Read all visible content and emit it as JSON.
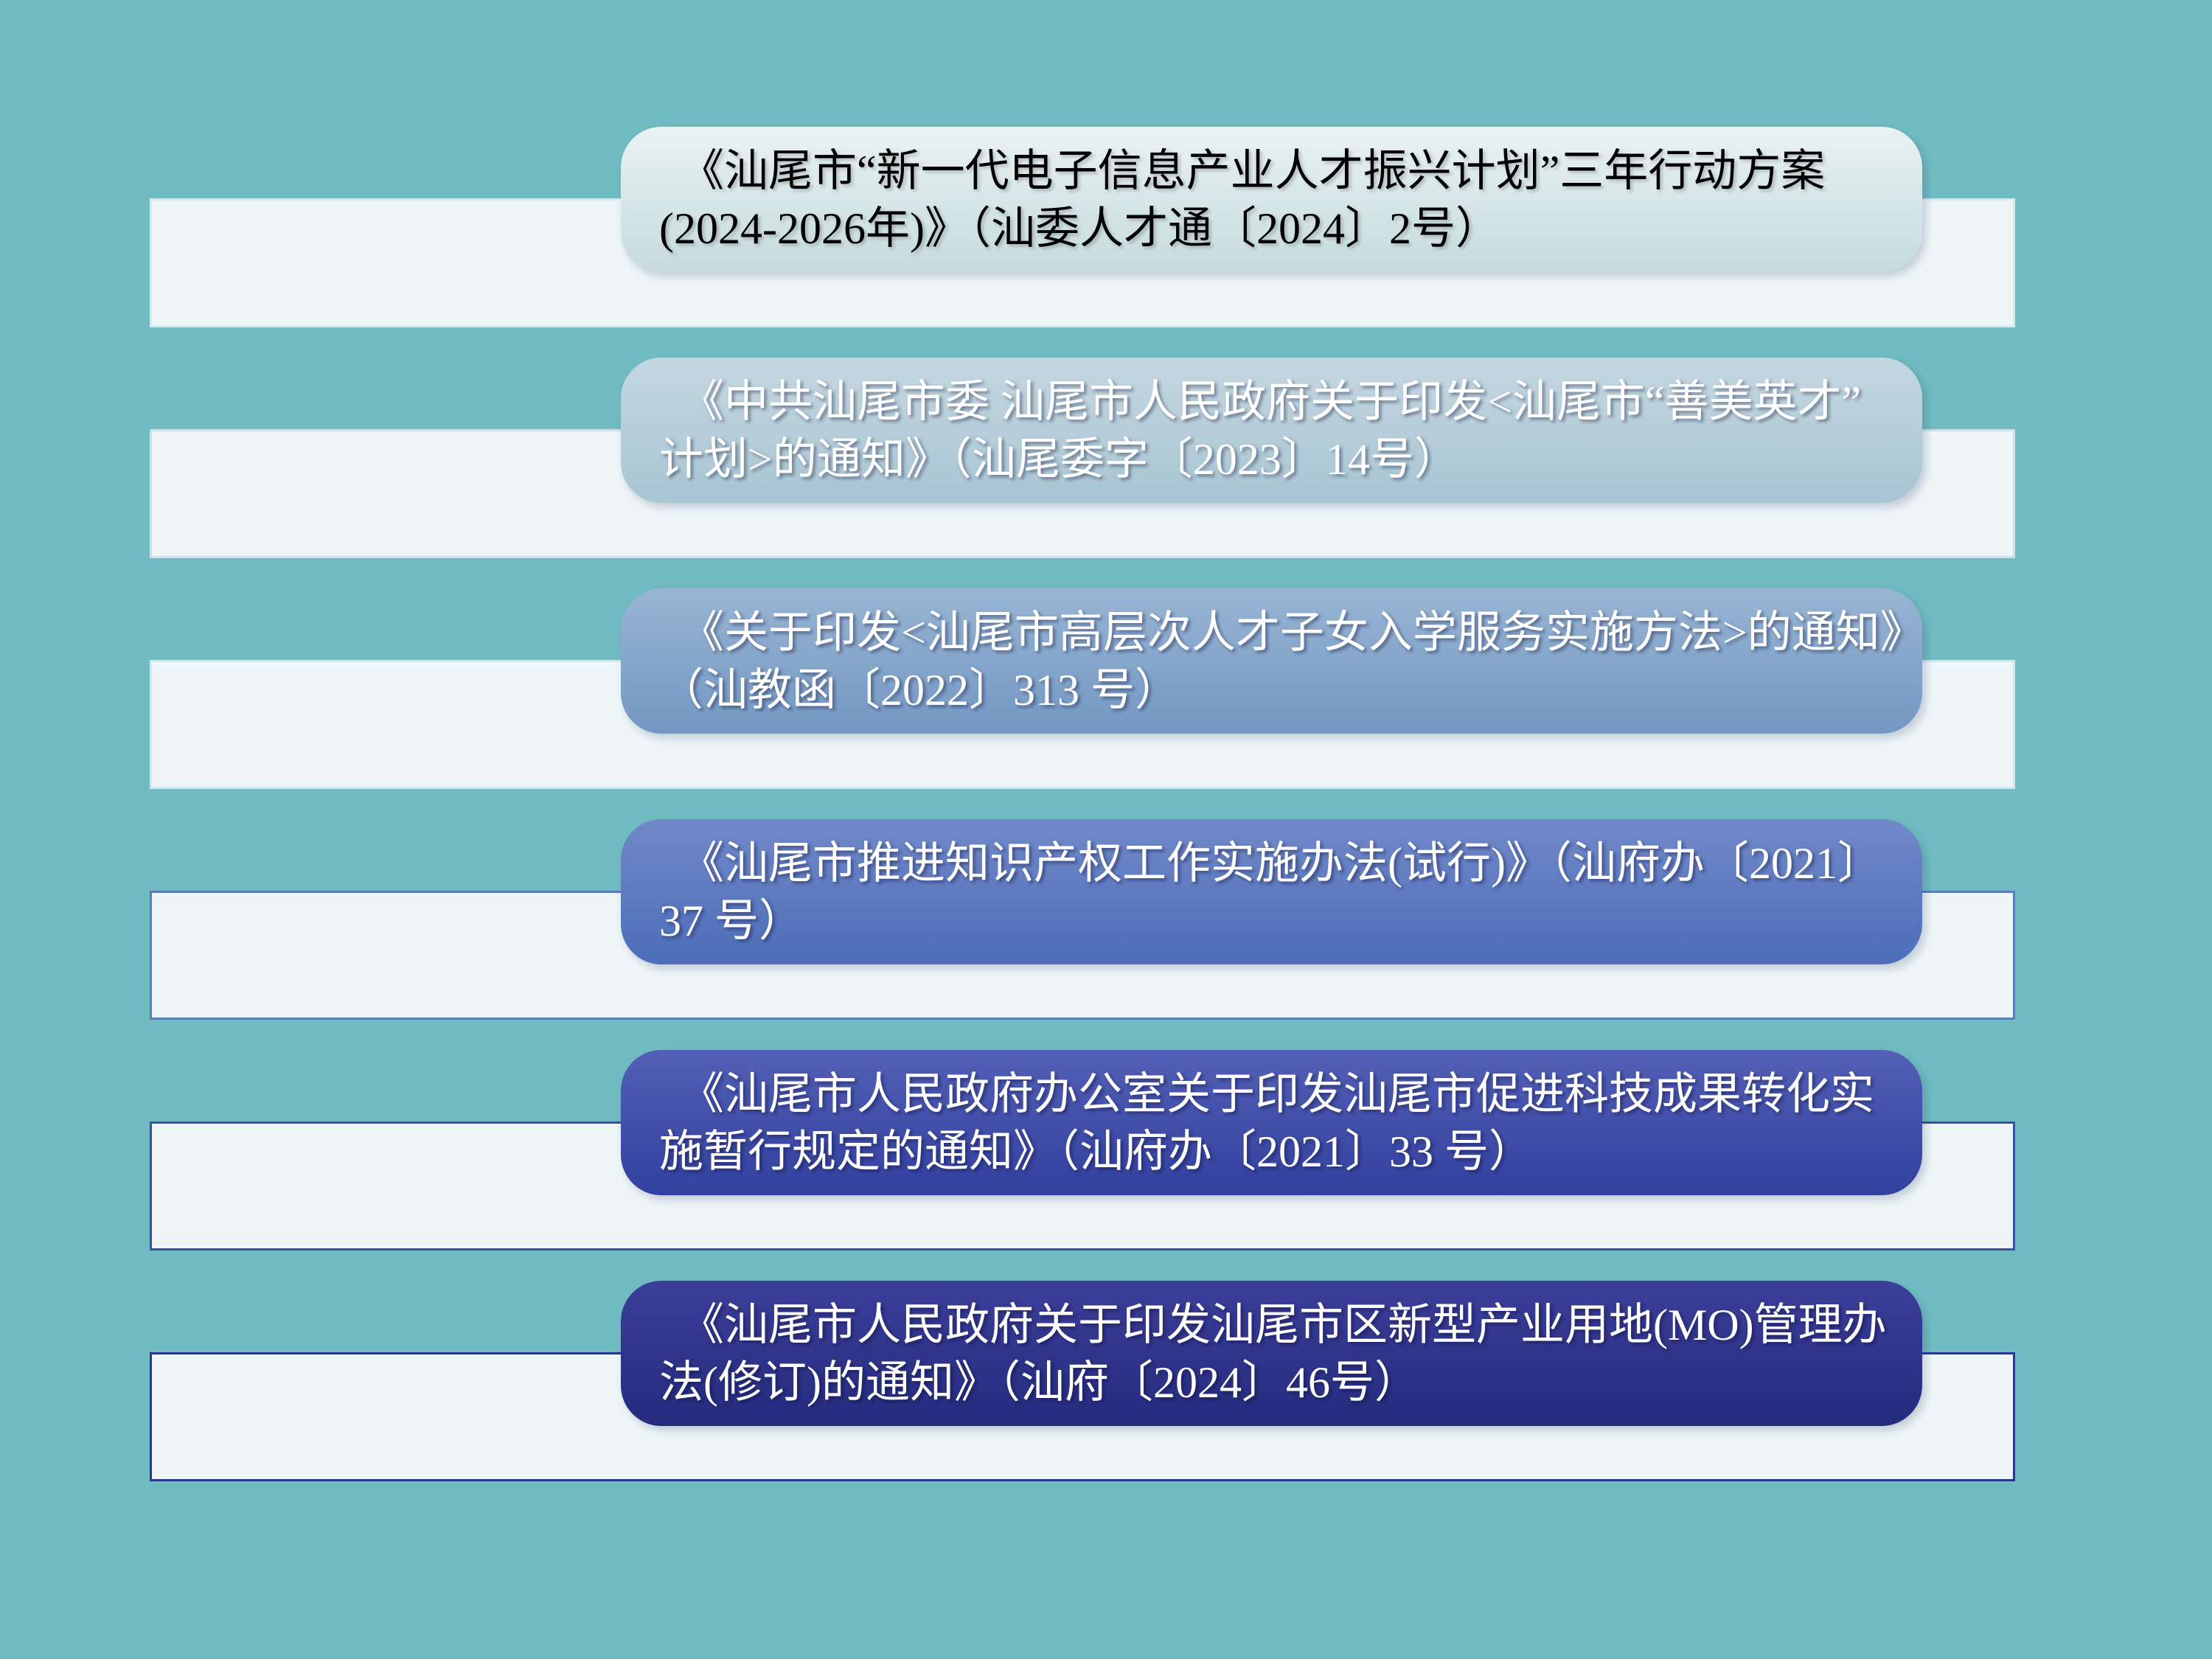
{
  "page": {
    "background": "#71bcc2",
    "band_fill": "#eef6f8"
  },
  "items": [
    {
      "lines": [
        "《汕尾市“新一代电子信息产业人才振兴计划”三年行动方案",
        "(2024-2026年)》（汕委人才通〔2024〕2号）"
      ],
      "text_color": "#000000",
      "card_colors": {
        "top": "#eaf2f2",
        "bottom": "#c6dbdc"
      },
      "band_border": "#d8e9ec"
    },
    {
      "lines": [
        "《中共汕尾市委 汕尾市人民政府关于印发<汕尾市“善美英才”",
        "计划>的通知》（汕尾委字〔2023〕14号）"
      ],
      "text_color": "#ffffff",
      "card_colors": {
        "top": "#c4d7e0",
        "bottom": "#a8c5d3"
      },
      "band_border": "#cde0e7"
    },
    {
      "lines": [
        "《关于印发<汕尾市高层次人才子女入学服务实施方法>的通知》",
        "（汕教函〔2022〕313 号）"
      ],
      "text_color": "#ffffff",
      "card_colors": {
        "top": "#98b5d3",
        "bottom": "#7397c3"
      },
      "band_border": "#d5e6ee"
    },
    {
      "lines": [
        "《汕尾市推进知识产权工作实施办法(试行)》（汕府办〔2021〕",
        "37 号）"
      ],
      "text_color": "#ffffff",
      "card_colors": {
        "top": "#7189c8",
        "bottom": "#4d6db9"
      },
      "band_border": "#5b7db9"
    },
    {
      "lines": [
        "《汕尾市人民政府办公室关于印发汕尾市促进科技成果转化实",
        "施暂行规定的通知》（汕府办〔2021〕33 号）"
      ],
      "text_color": "#ffffff",
      "card_colors": {
        "top": "#5360b5",
        "bottom": "#32409f"
      },
      "band_border": "#3a50a6"
    },
    {
      "lines": [
        "《汕尾市人民政府关于印发汕尾市区新型产业用地(MO)管理办",
        "法(修订)的通知》（汕府〔2024〕46号）"
      ],
      "text_color": "#ffffff",
      "card_colors": {
        "top": "#3c3f99",
        "bottom": "#242b7d"
      },
      "band_border": "#2c388c"
    }
  ]
}
